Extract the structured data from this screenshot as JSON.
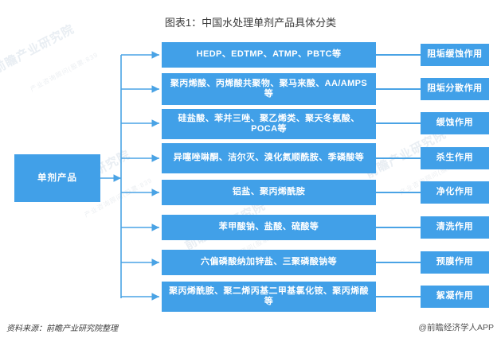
{
  "chart_title": "图表1：中国水处理单剂产品具体分类",
  "root": {
    "label": "单剂产品"
  },
  "branches": [
    {
      "product": "HEDP、EDTMP、ATMP、PBTC等",
      "function": "阻垢缓蚀作用"
    },
    {
      "product": "聚丙烯酸、丙烯酸共聚物、聚马来酸、AA/AMPS等",
      "function": "阻垢分散作用"
    },
    {
      "product": "硅盐酸、苯并三唑、聚乙烯类、聚天冬氨酸、POCA等",
      "function": "缓蚀作用"
    },
    {
      "product": "异噻唑啉酮、洁尔灭、溴化氮顺酰胺、季磷酸等",
      "function": "杀生作用"
    },
    {
      "product": "铝盐、聚丙烯酰胺",
      "function": "净化作用"
    },
    {
      "product": "苯甲酸钠、盐酸、硫酸等",
      "function": "清洗作用"
    },
    {
      "product": "六偏磷酸纳加锌盐、三聚磷酸钠等",
      "function": "预膜作用"
    },
    {
      "product": "聚丙烯酰胺、聚二烯丙基二甲基氯化铵、聚丙烯酸等",
      "function": "絮凝作用"
    }
  ],
  "footer": {
    "source": "资料来源：前瞻产业研究院整理",
    "brand": "@前瞻经济学人APP"
  },
  "colors": {
    "node_blue": "#41a0e8",
    "line_blue": "#4aa3e5",
    "background": "#ffffff",
    "title_text": "#3a3a3a"
  },
  "watermarks": [
    "前瞻产业研究院",
    "产业咨询顾问(股票:839",
    "前瞻产业研究院",
    "前瞻产业研究院"
  ]
}
